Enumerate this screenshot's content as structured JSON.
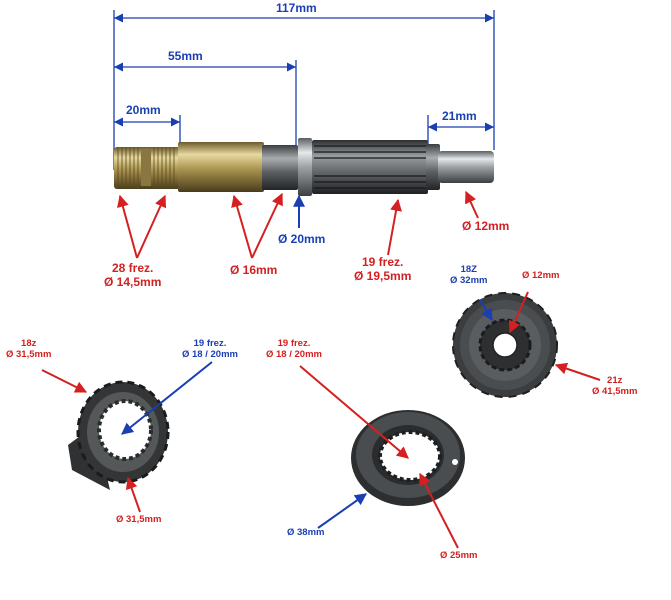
{
  "dimensions": {
    "total_length": "117mm",
    "length_55": "55mm",
    "length_20": "20mm",
    "length_21": "21mm"
  },
  "shaft_labels": {
    "splines_28": {
      "line1": "28 frez.",
      "line2": "Ø 14,5mm"
    },
    "diam_16": "Ø 16mm",
    "diam_20": "Ø 20mm",
    "splines_19": {
      "line1": "19 frez.",
      "line2": "Ø 19,5mm"
    },
    "diam_12": "Ø 12mm"
  },
  "gear_labels": {
    "teeth_18z": "18Z",
    "diam_32": "Ø 32mm",
    "bore_12": "Ø 12mm",
    "teeth_21z": "21z",
    "diam_41_5": "Ø 41,5mm"
  },
  "ratchet_labels": {
    "teeth_18z": "18z",
    "outer_31_5": "Ø 31,5mm",
    "splines": "19 frez.",
    "splines_diam": "Ø 18 / 20mm",
    "bottom_31_5": "Ø 31,5mm"
  },
  "washer_labels": {
    "splines": "19 frez.",
    "splines_diam": "Ø 18 / 20mm",
    "outer_38": "Ø 38mm",
    "inner_25": "Ø 25mm"
  },
  "colors": {
    "red": "#d42020",
    "blue": "#1a3fb0"
  }
}
